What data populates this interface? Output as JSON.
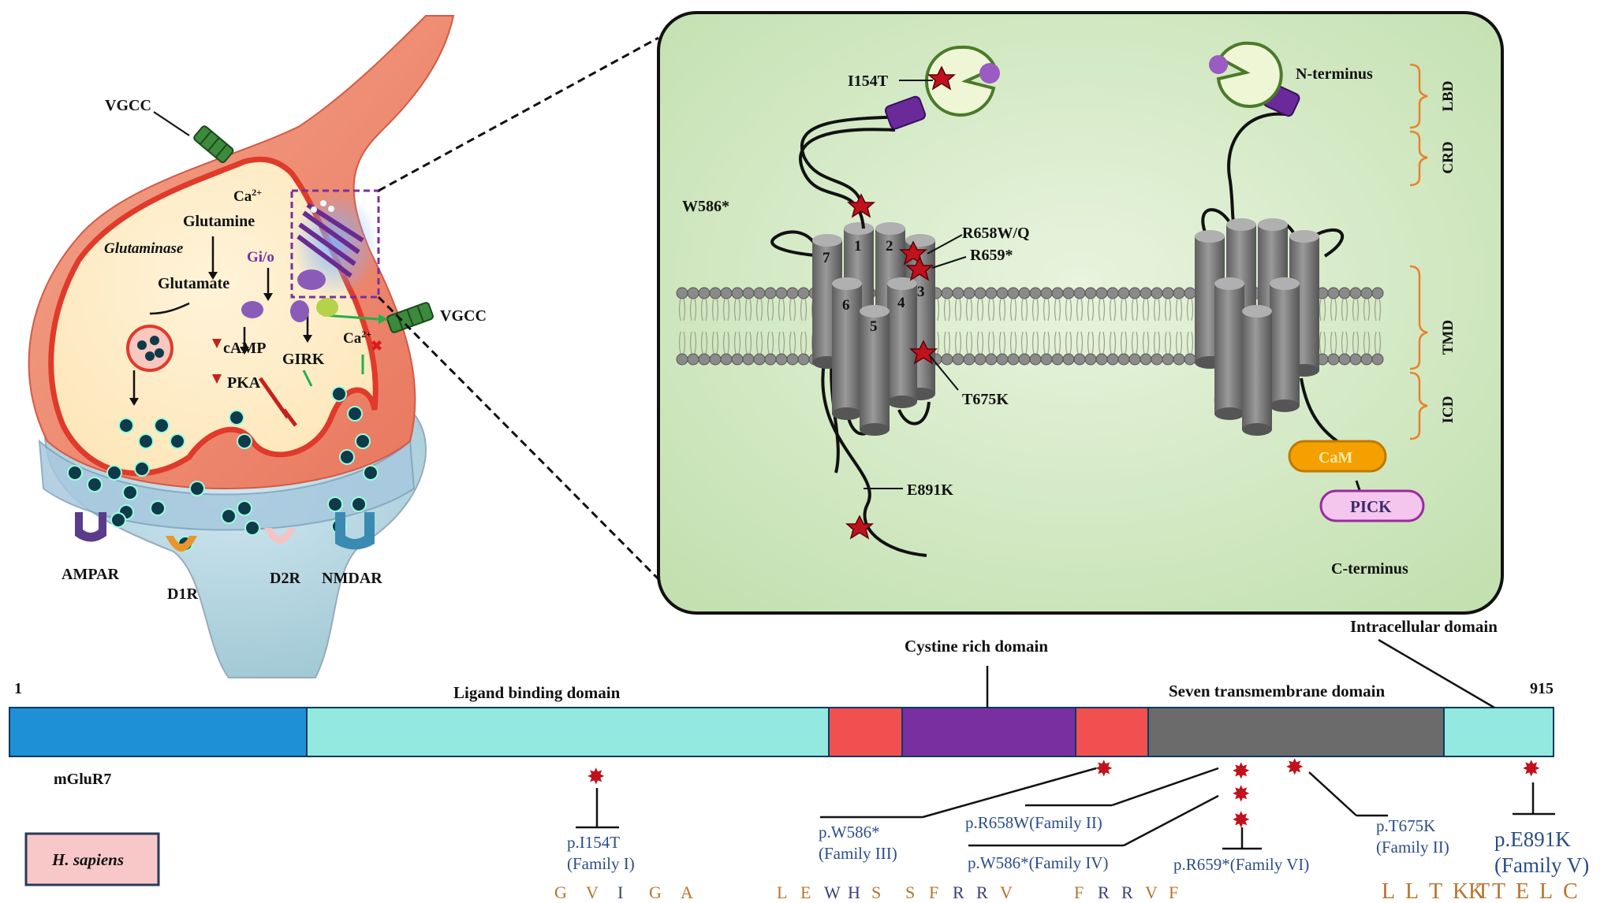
{
  "synapse": {
    "vgcc_left": "VGCC",
    "vgcc_right": "VGCC",
    "ca": "Ca",
    "ca_sup": "2+",
    "ca2": "Ca",
    "ca2_sup": "2+",
    "glutamine": "Glutamine",
    "glutaminase": "Glutaminase",
    "glutamate": "Glutamate",
    "gio": "Gi/o",
    "camp": "cAMP",
    "pka": "PKA",
    "girk": "GIRK",
    "receptors": [
      "AMPAR",
      "D1R",
      "D2R",
      "NMDAR"
    ]
  },
  "zoom": {
    "mutations": {
      "i154t": "I154T",
      "w586": "W586*",
      "r658": "R658W/Q",
      "r659": "R659*",
      "t675k": "T675K",
      "e891k": "E891K"
    },
    "helices": [
      "1",
      "2",
      "3",
      "4",
      "5",
      "6",
      "7"
    ],
    "n_terminus": "N-terminus",
    "c_terminus": "C-terminus",
    "cam": "CaM",
    "pick": "PICK",
    "domain_brackets": [
      "LBD",
      "CRD",
      "TMD",
      "ICD"
    ]
  },
  "domain_bar": {
    "start": "1",
    "end": "915",
    "protein": "mGluR7",
    "species": "H. sapiens",
    "labels": {
      "lbd": "Ligand binding domain",
      "crd": "Cystine rich domain",
      "tmd": "Seven transmembrane domain",
      "icd": "Intracellular domain"
    },
    "variants": {
      "i154t_a": "p.I154T",
      "i154t_b": "(Family I)",
      "w586_a": "p.W586*",
      "w586_b": "(Family III)",
      "r658w": "p.R658W(Family II)",
      "w586_fam4": "p.W586*(Family IV)",
      "r659": "p.R659*(Family VI)",
      "t675k_a": "p.T675K",
      "t675k_b": "(Family II)",
      "e891k_a": "p.E891K",
      "e891k_b": "(Family V)"
    },
    "sequences": {
      "s1": [
        "G",
        "V",
        "I",
        "G",
        "A"
      ],
      "s2": [
        "L",
        "E",
        "W",
        "H",
        "S"
      ],
      "s3": [
        "S",
        "F",
        "R",
        "R",
        "V"
      ],
      "s4": [
        "F",
        "R",
        "R",
        "V",
        "F"
      ],
      "s5": [
        "L",
        "L",
        "T",
        "K",
        "T"
      ],
      "s6": [
        "K",
        "T",
        "E",
        "L",
        "C"
      ]
    }
  },
  "colors": {
    "bar_blue": "#1e90d6",
    "bar_cyan": "#93e8e0",
    "bar_red": "#f25050",
    "bar_purple": "#7a2fa0",
    "bar_gray": "#6b6b6b",
    "panel_green": "#d4eac8",
    "variant_blue": "#2a4d8a",
    "seq_orange": "#b8742c",
    "seq_dark": "#3a3f7a",
    "star_red": "#c0121c",
    "cam_orange": "#f4a000",
    "pick_pink": "#e8a8e4"
  }
}
